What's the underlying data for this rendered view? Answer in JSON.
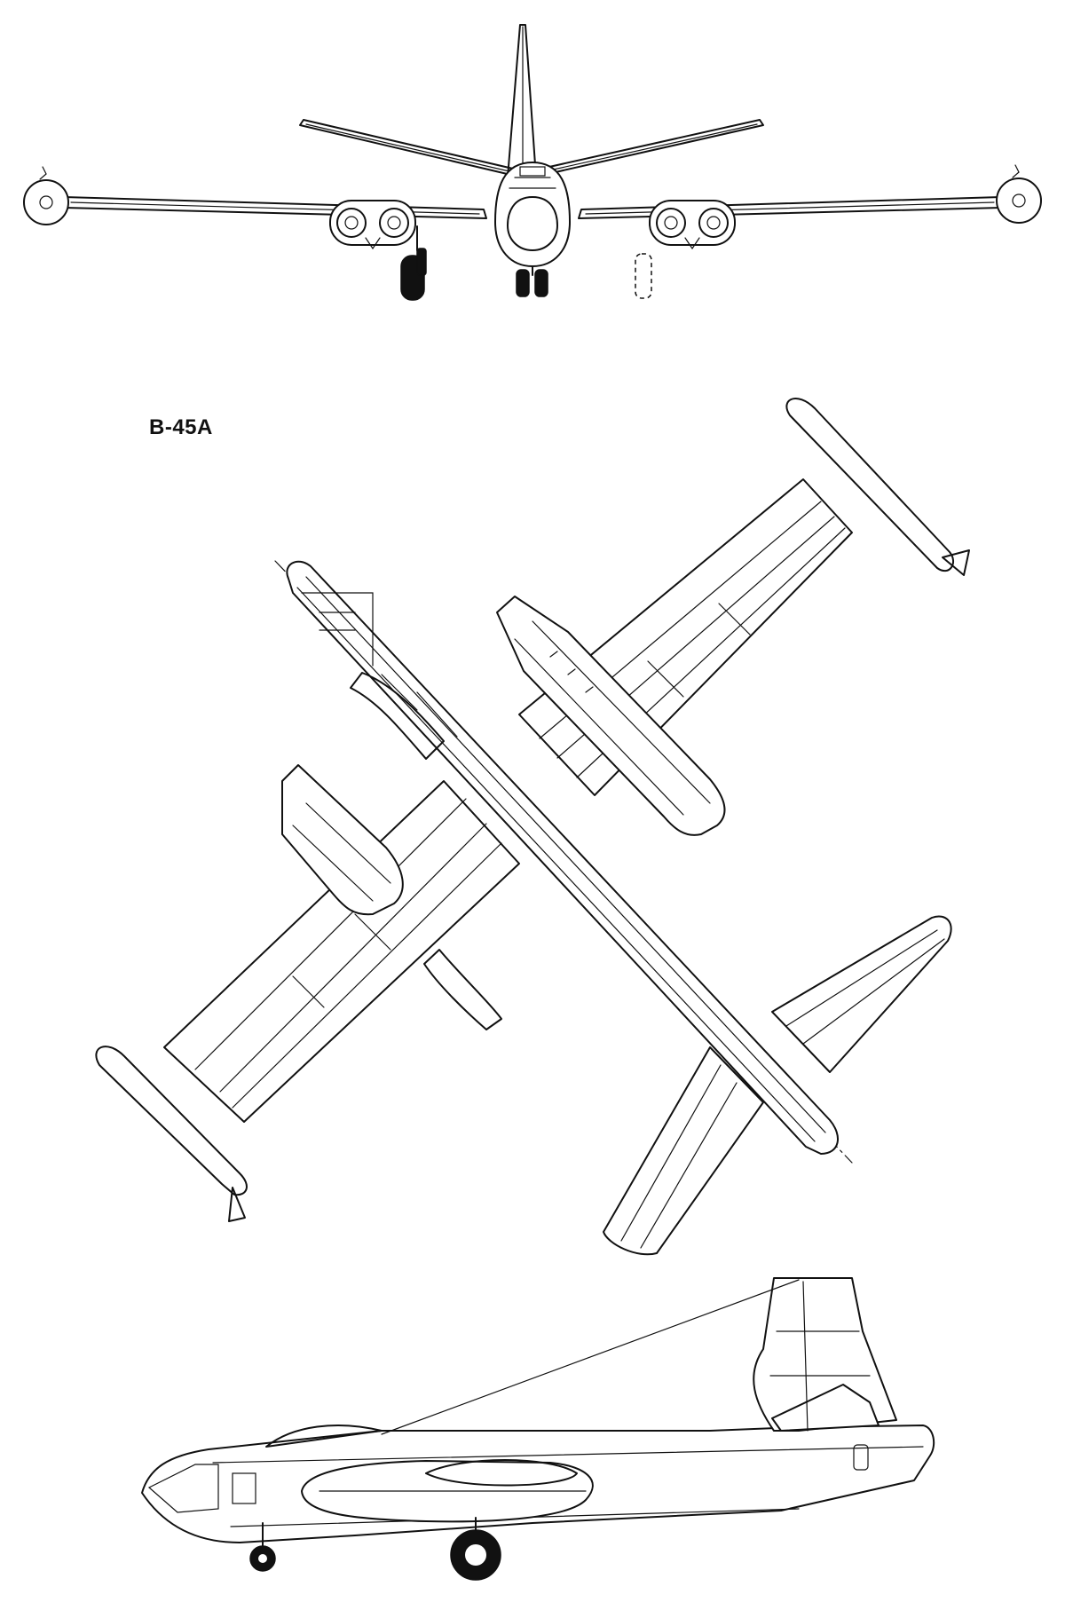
{
  "drawing": {
    "designation": "B-45A",
    "views": [
      "front-view",
      "top-view",
      "side-view"
    ],
    "line_color": "#111111",
    "background": "#ffffff"
  }
}
